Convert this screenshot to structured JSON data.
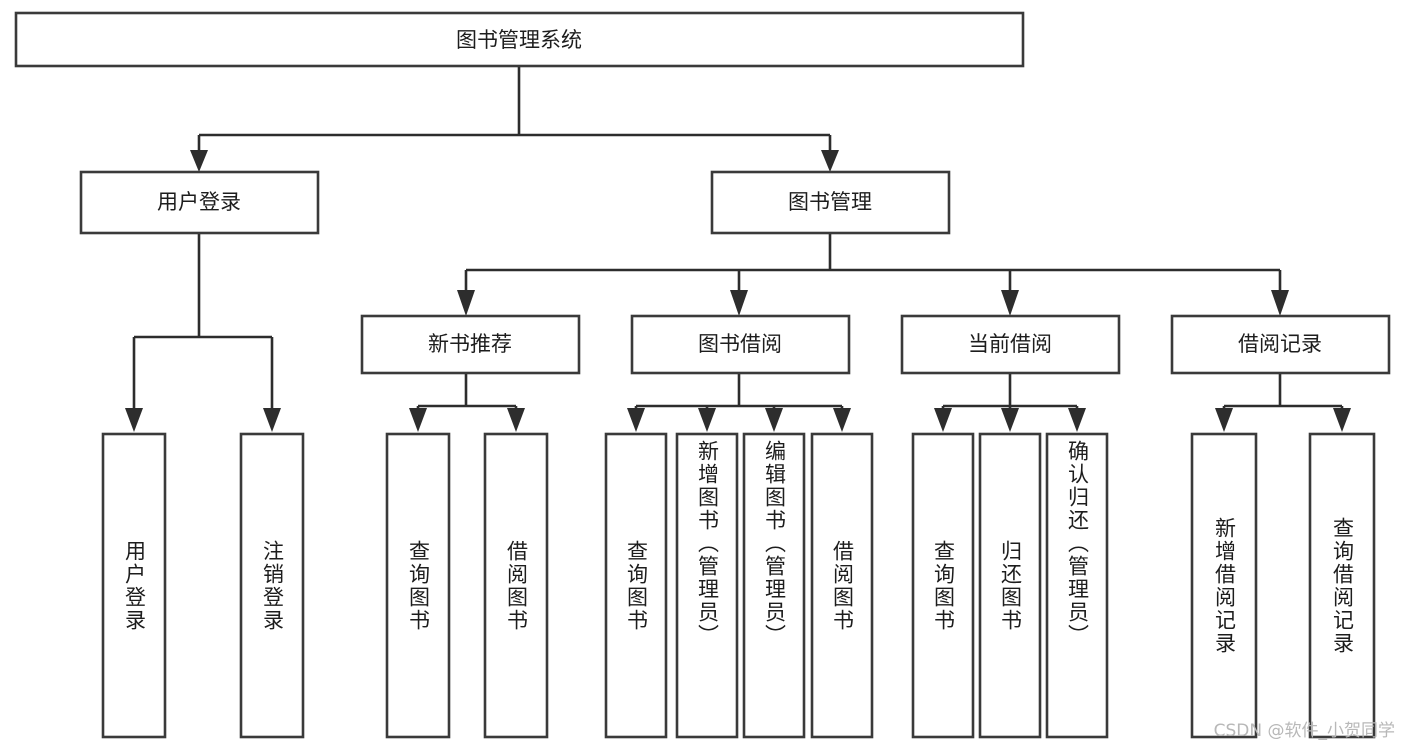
{
  "diagram": {
    "title": "图书管理系统",
    "type": "tree-hierarchy-diagram",
    "background_color": "#ffffff",
    "box_fill": "#ffffff",
    "box_stroke": "#3a3a3a",
    "connector_color": "#2d2d2d",
    "text_color": "#1d1d1d"
  },
  "root": {
    "label": "图书管理系统"
  },
  "level2": [
    {
      "label": "用户登录"
    },
    {
      "label": "图书管理"
    }
  ],
  "level3": [
    {
      "label": "新书推荐"
    },
    {
      "label": "图书借阅"
    },
    {
      "label": "当前借阅"
    },
    {
      "label": "借阅记录"
    }
  ],
  "leaves": {
    "user_login": [
      {
        "label": "用户登录"
      },
      {
        "label": "注销登录"
      }
    ],
    "new_book_recommend": [
      {
        "label": "查询图书"
      },
      {
        "label": "借阅图书"
      }
    ],
    "book_borrow": [
      {
        "label": "查询图书"
      },
      {
        "label": "新增图书（管理员）"
      },
      {
        "label": "编辑图书（管理员）"
      },
      {
        "label": "借阅图书"
      }
    ],
    "current_borrow": [
      {
        "label": "查询图书"
      },
      {
        "label": "归还图书"
      },
      {
        "label": "确认归还（管理员）"
      }
    ],
    "borrow_record": [
      {
        "label": "新增借阅记录"
      },
      {
        "label": "查询借阅记录"
      }
    ]
  },
  "watermark": {
    "text": "CSDN @软件_小贺同学"
  }
}
